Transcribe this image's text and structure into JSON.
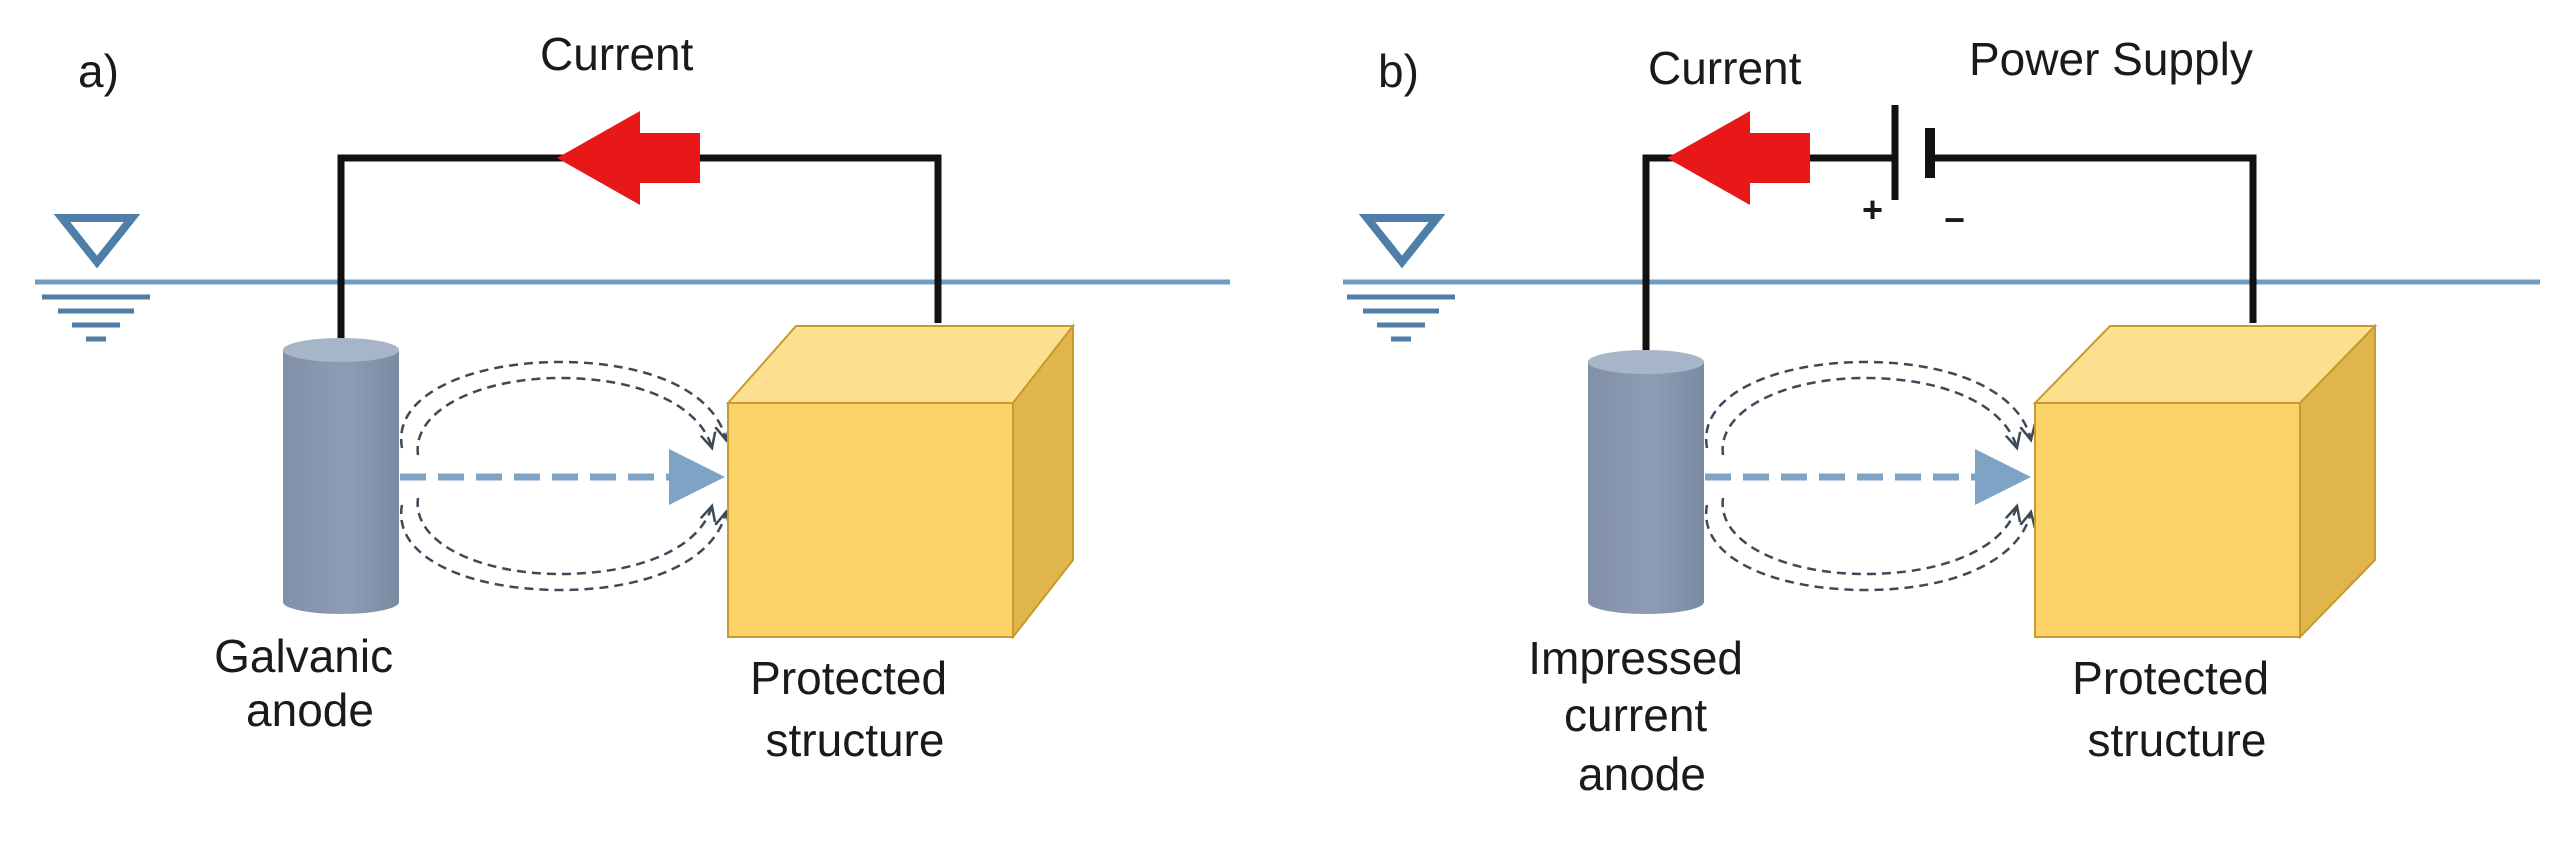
{
  "panels": [
    {
      "id": "a",
      "panel_label": "a)",
      "current_label": "Current",
      "anode_label": [
        "Galvanic",
        "anode"
      ],
      "structure_label": [
        "Protected",
        "structure"
      ]
    },
    {
      "id": "b",
      "panel_label": "b)",
      "current_label": "Current",
      "power_label": "Power Supply",
      "plus_sign": "+",
      "minus_sign": "−",
      "anode_label": [
        "Impressed",
        "current",
        "anode"
      ],
      "structure_label": [
        "Protected",
        "structure"
      ]
    }
  ],
  "colors": {
    "water": "#6f9cc0",
    "wire": "#111111",
    "arrow": "#e81818",
    "anode": "#8a9bb3",
    "anode_top": "#a7b5c8",
    "cube_front": "#fbd267",
    "cube_top": "#fde08f",
    "cube_side": "#e0b64c",
    "flow": "#7fa3c4",
    "dash": "#3a4a5a"
  }
}
